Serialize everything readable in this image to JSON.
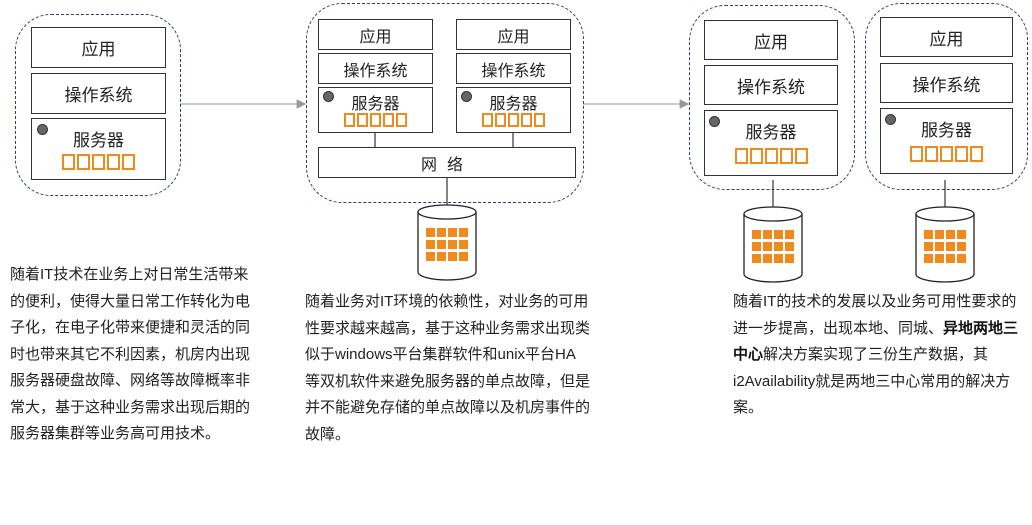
{
  "stage1": {
    "app": "应用",
    "os": "操作系统",
    "server": "服务器"
  },
  "stage2": {
    "node_a": {
      "app": "应用",
      "os": "操作系统",
      "server": "服务器"
    },
    "node_b": {
      "app": "应用",
      "os": "操作系统",
      "server": "服务器"
    },
    "network": "网络"
  },
  "stage3": {
    "site_a": {
      "app": "应用",
      "os": "操作系统",
      "server": "服务器"
    },
    "site_b": {
      "app": "应用",
      "os": "操作系统",
      "server": "服务器"
    }
  },
  "text": {
    "p1": "随着IT技术在业务上对日常生活带来的便利，使得大量日常工作转化为电子化，在电子化带来便捷和灵活的同时也带来其它不利因素，机房内出现服务器硬盘故障、网络等故障概率非常大，基于这种业务需求出现后期的服务器集群等业务高可用技术。",
    "p2": "随着业务对IT环境的依赖性，对业务的可用性要求越来越高，基于这种业务需求出现类似于windows平台集群软件和unix平台HA等双机软件来避免服务器的单点故障，但是并不能避免存储的单点故障以及机房事件的故障。",
    "p3_before": "随着IT的技术的发展以及业务可用性要求的进一步提高，出现本地、同城、",
    "p3_highlight": "异地两地三中心",
    "p3_after": "解决方案实现了三份生产数据，其i2Availability就是两地三中心常用的解决方案。"
  },
  "colors": {
    "accent": "#f08a1c",
    "border": "#2e3b7a"
  }
}
